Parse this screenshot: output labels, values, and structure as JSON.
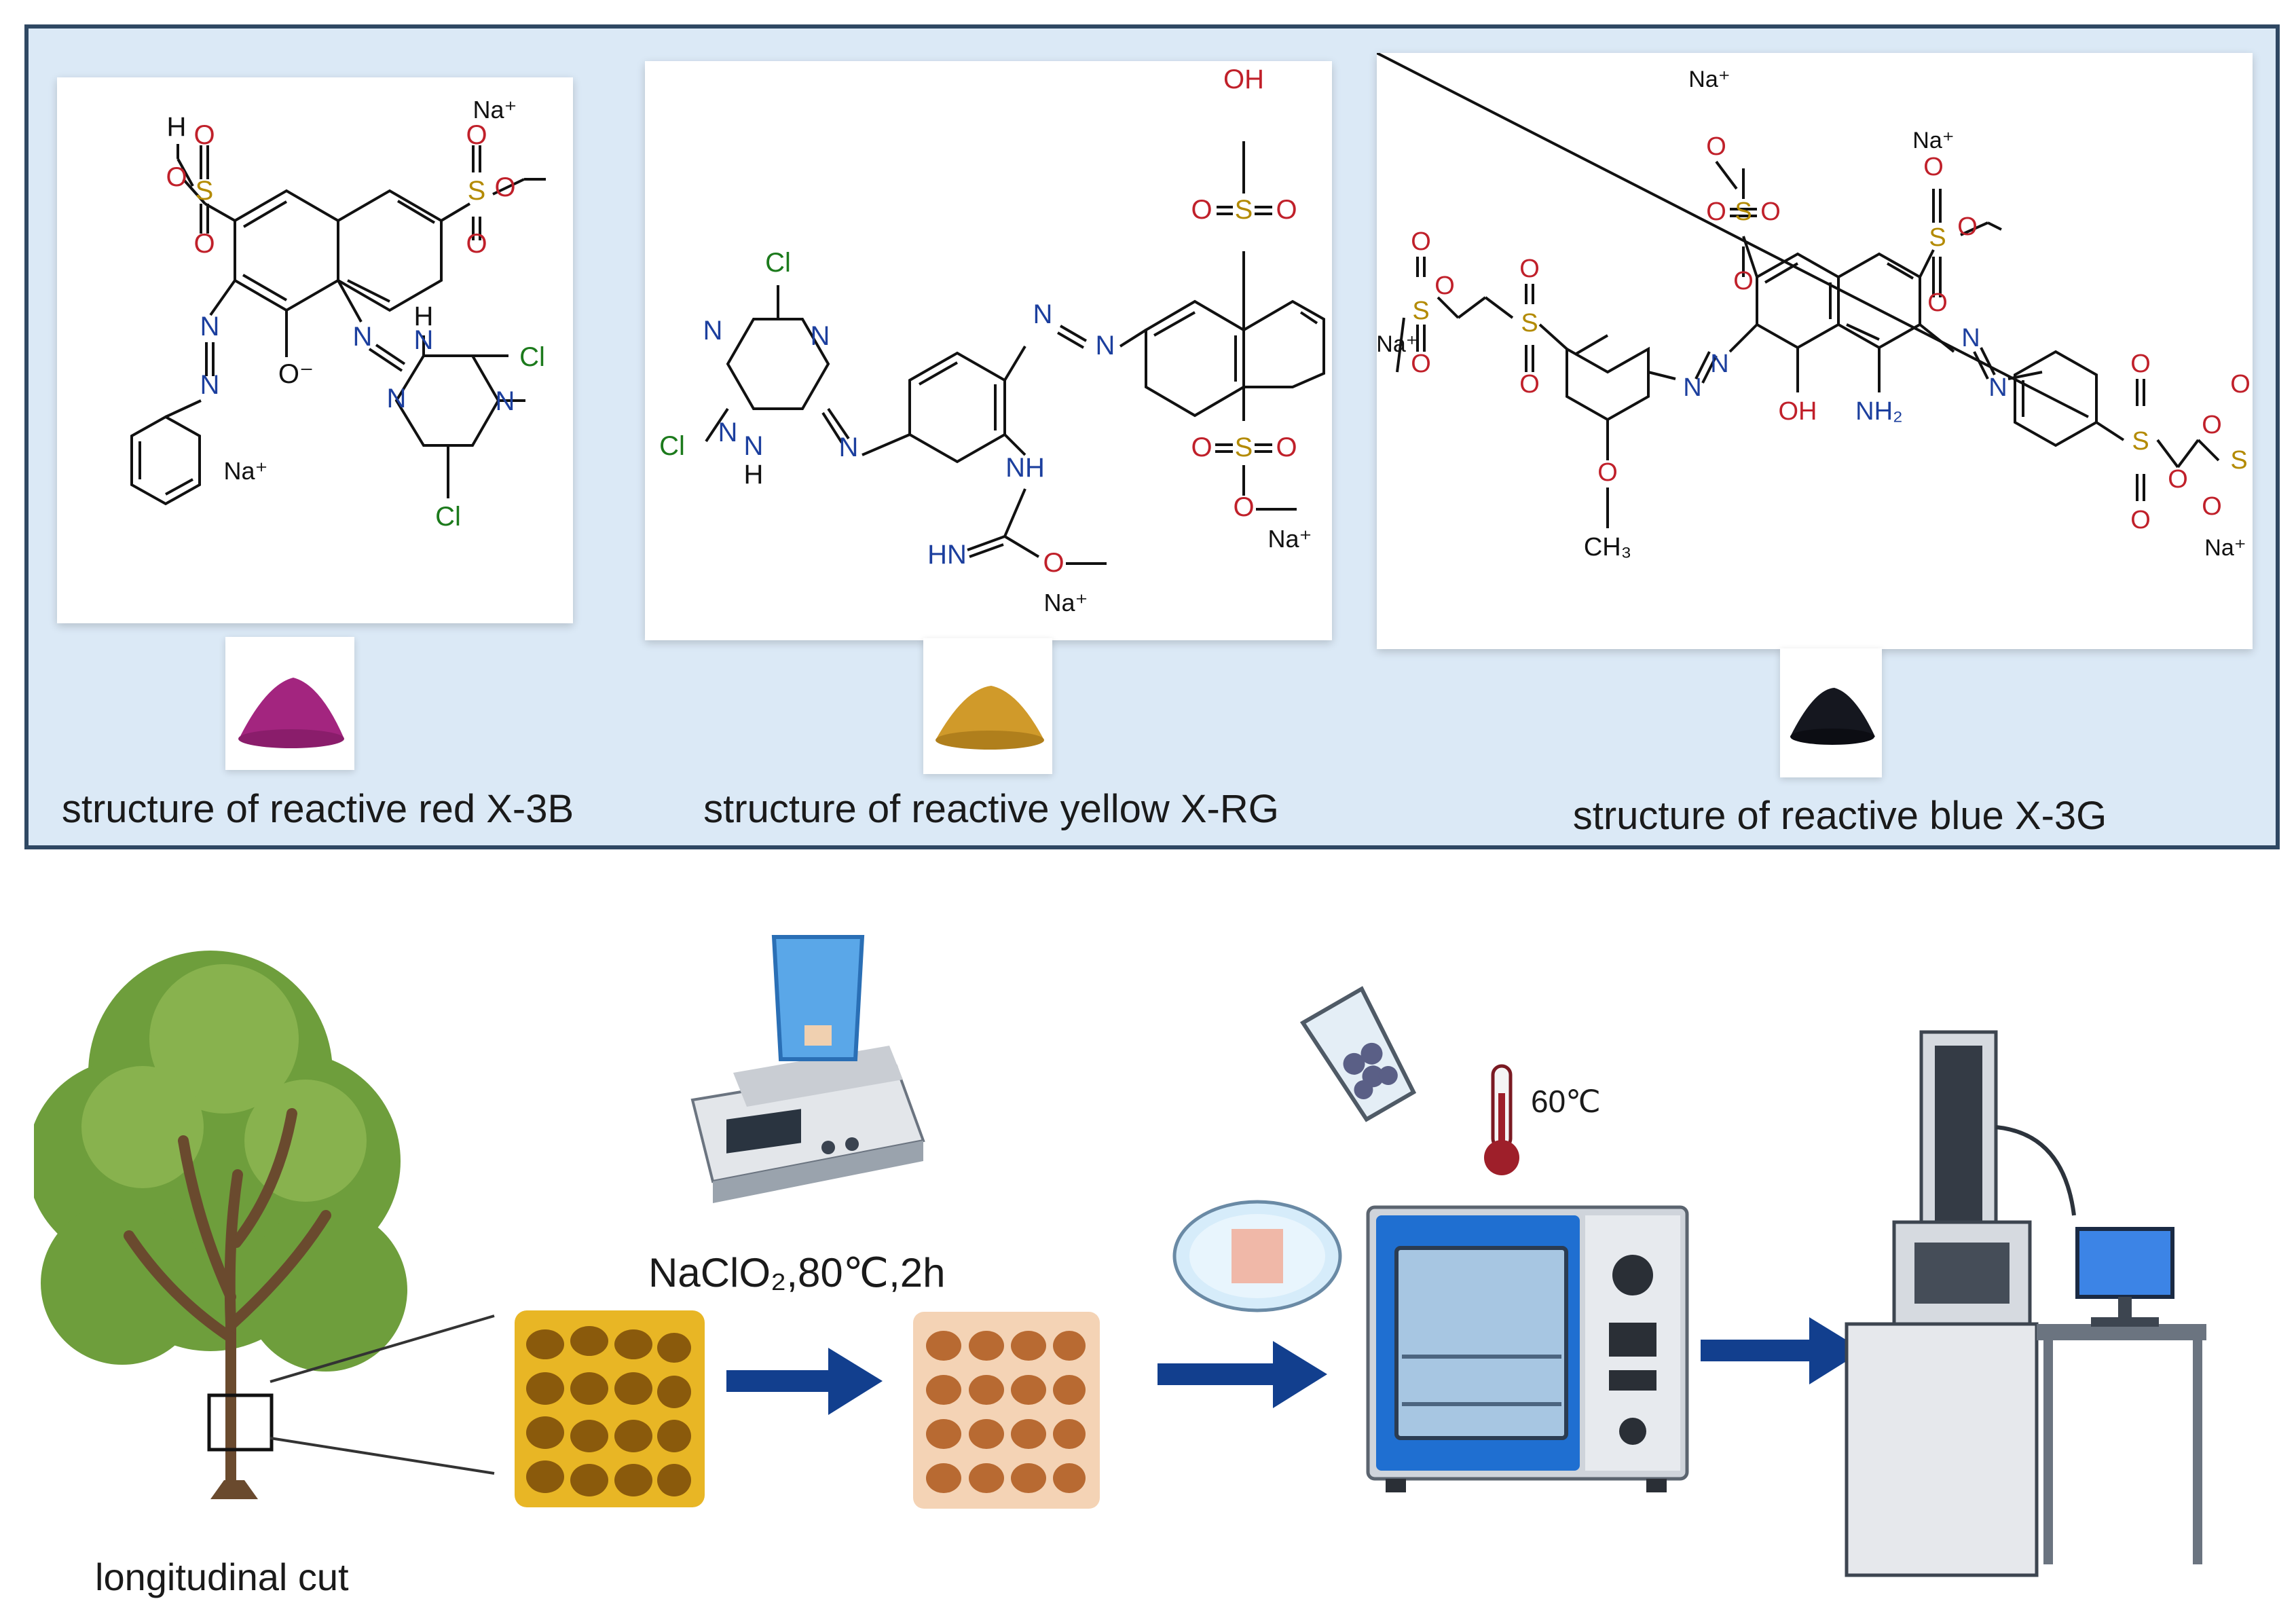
{
  "dyes": [
    {
      "caption": "structure of reactive red X-3B",
      "swatch_color": "#a3257f",
      "atoms": [
        "H",
        "O",
        "S",
        "O",
        "O",
        "S",
        "O",
        "O",
        "Na⁺",
        "N",
        "N",
        "O⁻",
        "N",
        "H",
        "N",
        "Cl",
        "N",
        "N",
        "Cl",
        "Na⁺"
      ]
    },
    {
      "caption": "structure of reactive yellow X-RG",
      "swatch_color": "#d09a2a",
      "atoms": [
        "OH",
        "O",
        "S",
        "O",
        "Cl",
        "N",
        "N",
        "N",
        "N",
        "N",
        "Cl",
        "N",
        "H",
        "N",
        "NH",
        "HN",
        "O",
        "O",
        "S",
        "O",
        "O",
        "Na⁺",
        "Na⁺"
      ]
    },
    {
      "caption": "structure of reactive blue X-3G",
      "swatch_color": "#15171f",
      "atoms": [
        "Na⁺",
        "Na⁺",
        "O",
        "O",
        "S",
        "O",
        "O",
        "O",
        "S",
        "O",
        "O",
        "Na⁺",
        "O",
        "S",
        "O",
        "O",
        "S",
        "O",
        "N",
        "N",
        "N",
        "N",
        "OH",
        "NH₂",
        "O",
        "CH₃",
        "S",
        "O",
        "O",
        "O",
        "S",
        "O",
        "O",
        "Na⁺"
      ]
    }
  ],
  "process": {
    "cut_label": "longitudinal cut",
    "condition_label": "NaClO₂,80℃,2h",
    "temperature_label": "60℃"
  },
  "colors": {
    "panel_bg": "#dbe9f6",
    "panel_border": "#2f4863",
    "arrow": "#123f8e",
    "oven": "#1f6fd1"
  }
}
